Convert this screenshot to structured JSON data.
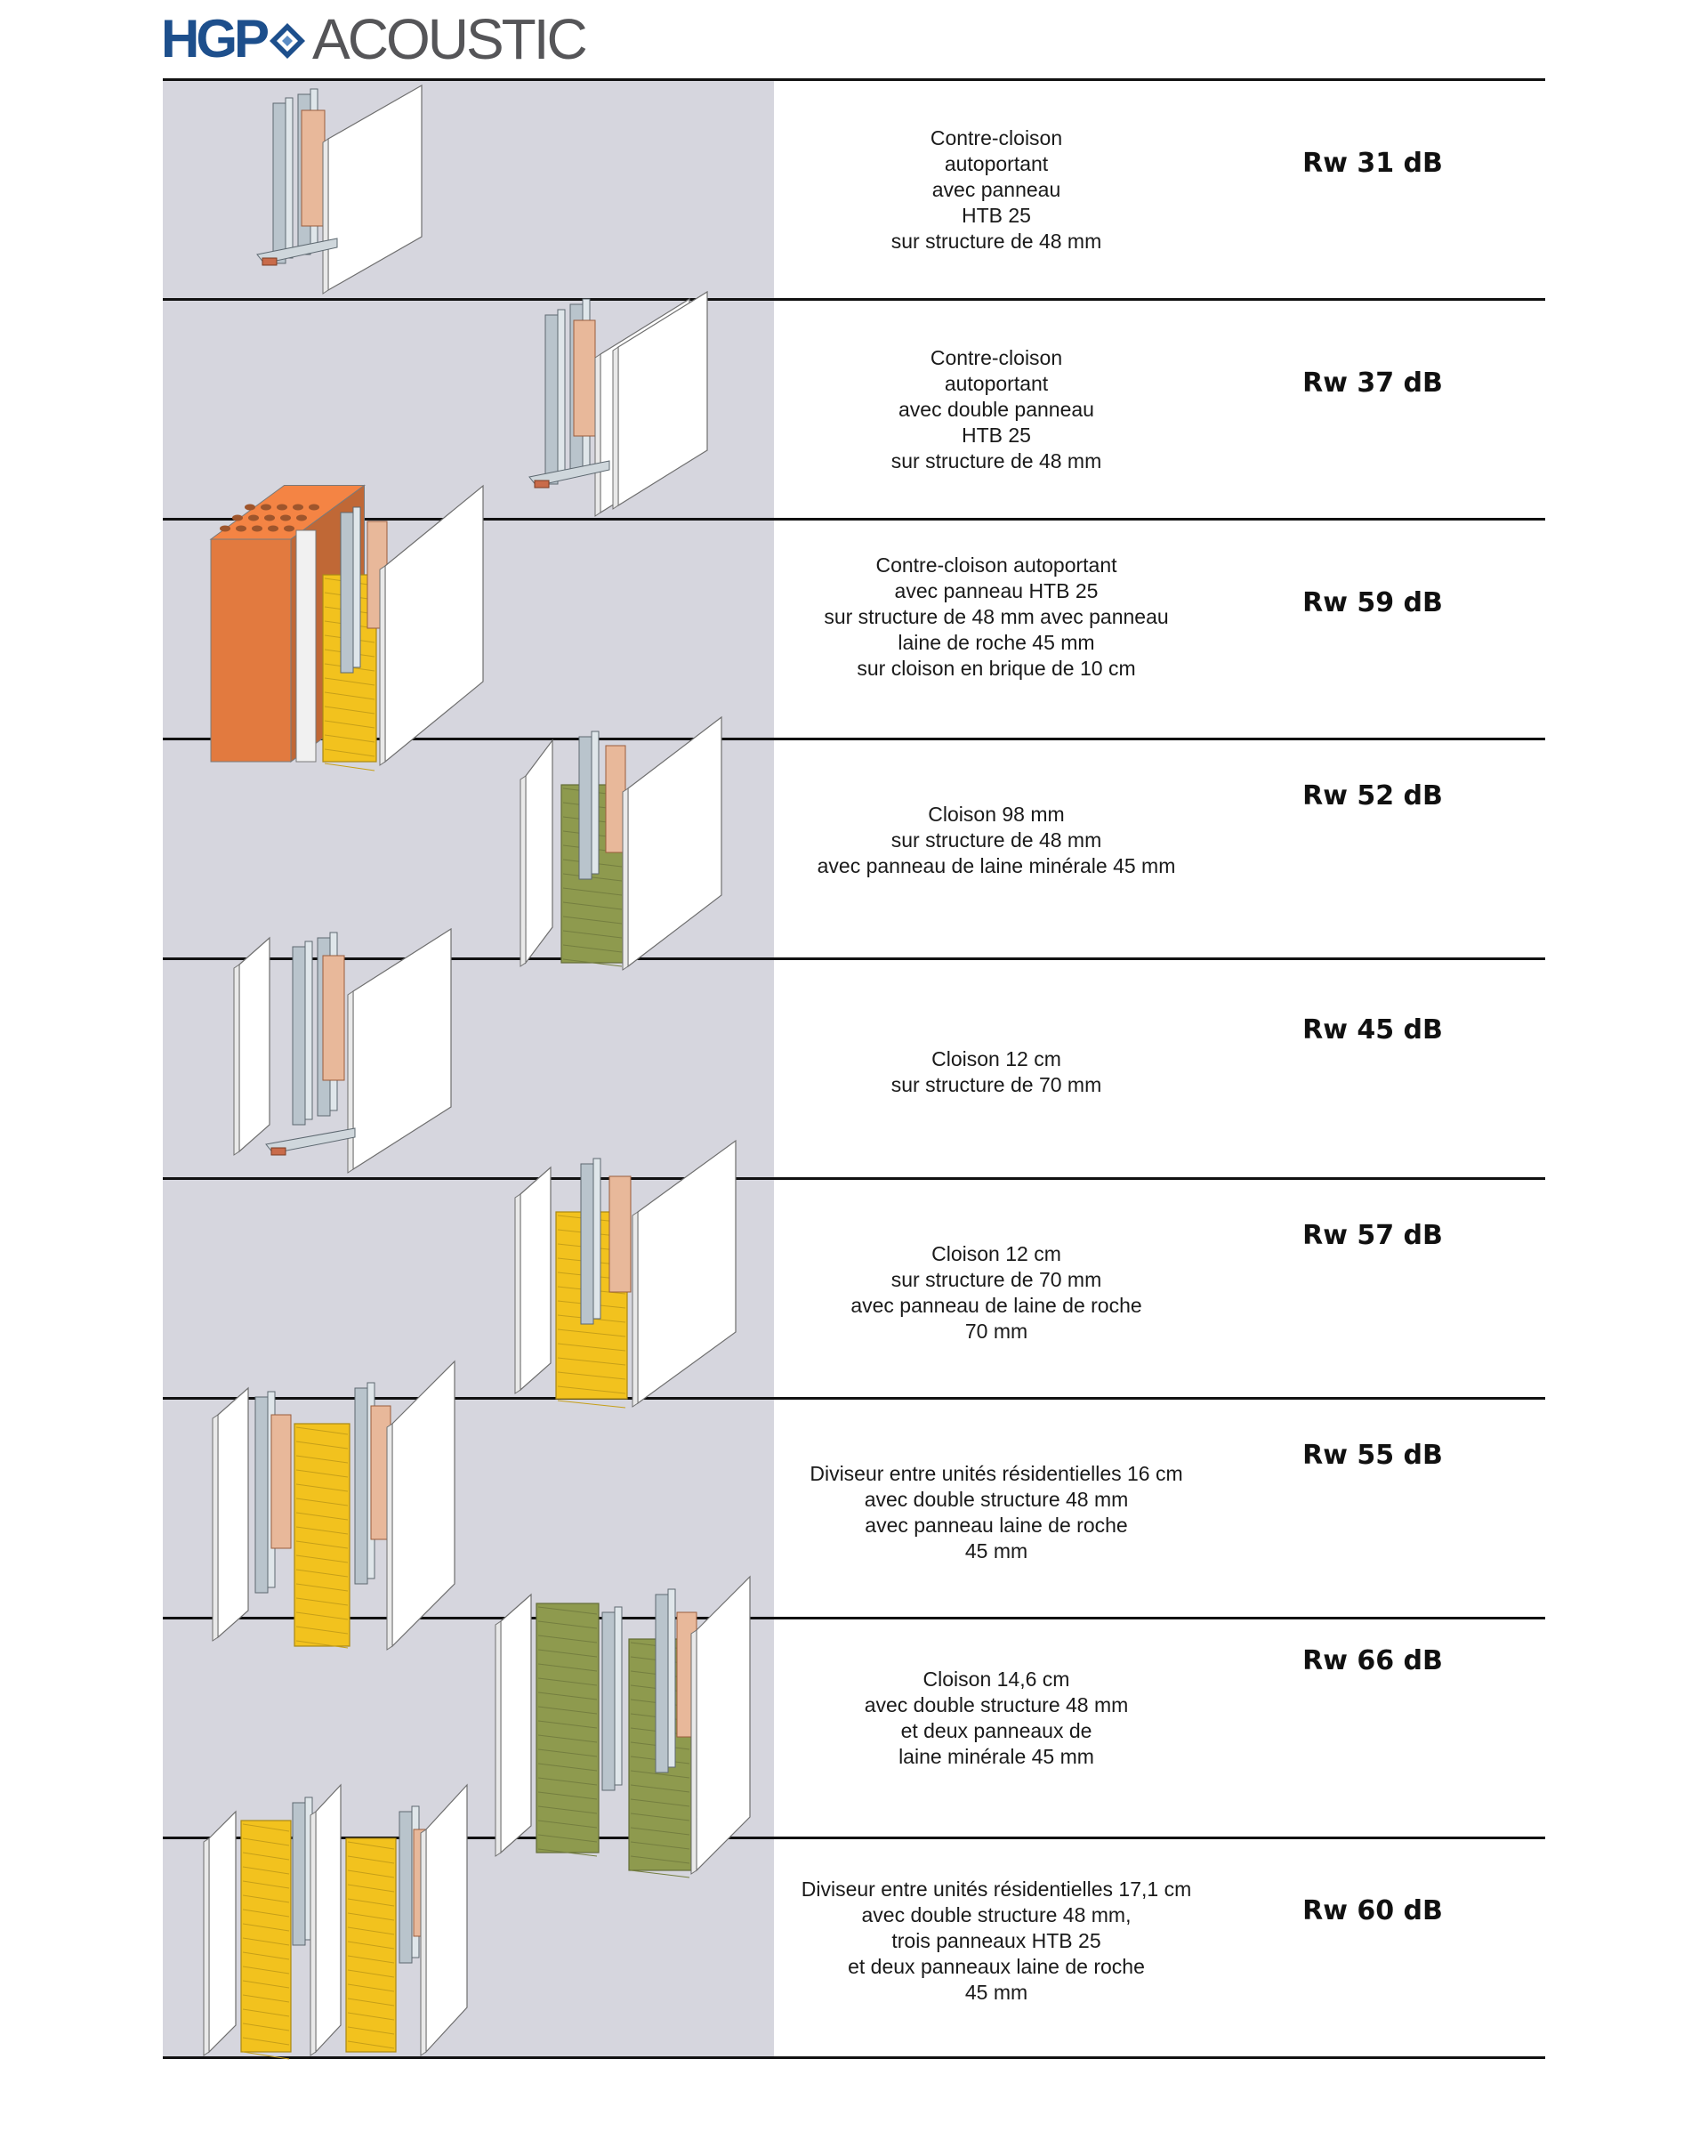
{
  "header": {
    "logo_hgp": "HGP",
    "logo_acoustic": "ACOUSTIC",
    "brand_color": "#1d4f8c"
  },
  "colors": {
    "panel_background": "#d6d6de",
    "board": "#ffffff",
    "metal_stud": "#b9c4cc",
    "rock_wool": "#f2c21e",
    "mineral_wool": "#8e9a4e",
    "brick": "#e27a3f",
    "insert": "#e8b89a"
  },
  "rows": [
    {
      "description": "Contre-cloison\nautoportant\navec panneau\nHTB 25\nsur structure de 48 mm",
      "rating": "Rw 31 dB",
      "illustration": "single-board-counter-partition"
    },
    {
      "description": "Contre-cloison\nautoportant\navec double panneau\nHTB 25\nsur structure de 48 mm",
      "rating": "Rw 37 dB",
      "illustration": "double-board-counter-partition"
    },
    {
      "description": "Contre-cloison autoportant\navec panneau  HTB 25\nsur structure de 48 mm avec panneau\nlaine de roche 45 mm\nsur cloison en brique de 10 cm",
      "rating": "Rw 59 dB",
      "illustration": "brick-wall-rockwool-partition"
    },
    {
      "description": "Cloison 98 mm\nsur structure de 48 mm\navec panneau de laine minérale 45 mm",
      "rating": "Rw 52 dB",
      "illustration": "mineral-wool-partition"
    },
    {
      "description": "Cloison 12 cm\nsur structure de 70 mm",
      "rating": "Rw 45 dB",
      "illustration": "empty-stud-partition"
    },
    {
      "description": "Cloison 12 cm\nsur structure de 70 mm\navec panneau de laine de roche\n70 mm",
      "rating": "Rw 57 dB",
      "illustration": "rockwool-70-partition"
    },
    {
      "description": "Diviseur entre unités résidentielles 16 cm\navec double structure 48 mm\navec panneau laine de roche\n45 mm",
      "rating": "Rw 55 dB",
      "illustration": "double-structure-rockwool-divider"
    },
    {
      "description": "Cloison 14,6 cm\navec double structure 48 mm\net deux panneaux de\nlaine minérale 45 mm",
      "rating": "Rw 66 dB",
      "illustration": "double-mineral-wool-partition"
    },
    {
      "description": "Diviseur entre unités résidentielles 17,1 cm\navec double structure 48 mm,\ntrois panneaux HTB 25\net deux panneaux laine de roche\n45 mm",
      "rating": "Rw 60 dB",
      "illustration": "triple-board-divider"
    }
  ]
}
